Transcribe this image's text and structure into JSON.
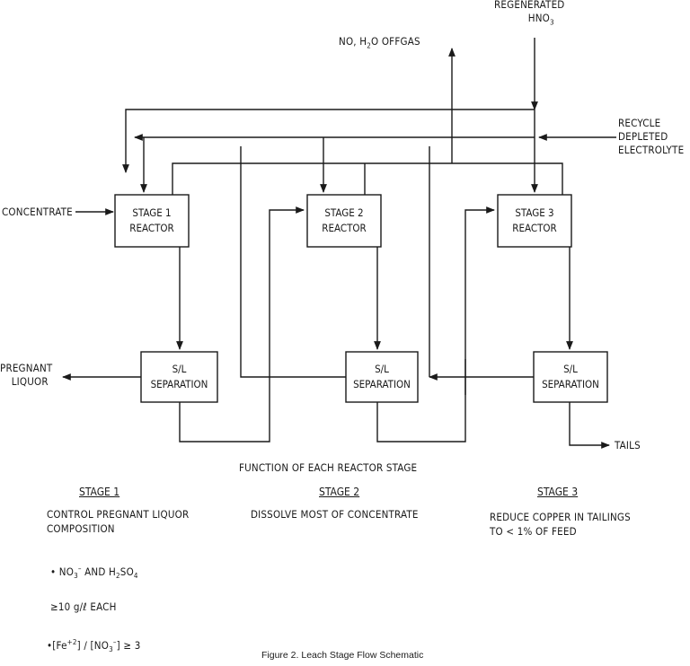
{
  "inputs": {
    "regenerated_line1": "REGENERATED",
    "regenerated_line2": "HNO",
    "regenerated_sub": "3",
    "offgas_a": "NO, H",
    "offgas_sub": "2",
    "offgas_b": "O OFFGAS",
    "recycle_line1": "RECYCLE",
    "recycle_line2": "DEPLETED",
    "recycle_line3": "ELECTROLYTE",
    "concentrate": "CONCENTRATE",
    "pregnant_line1": "PREGNANT",
    "pregnant_line2": "LIQUOR",
    "tails": "TAILS"
  },
  "reactors": [
    {
      "line1": "STAGE 1",
      "line2": "REACTOR"
    },
    {
      "line1": "STAGE 2",
      "line2": "REACTOR"
    },
    {
      "line1": "STAGE 3",
      "line2": "REACTOR"
    }
  ],
  "separators": [
    {
      "line1": "S/L",
      "line2": "SEPARATION"
    },
    {
      "line1": "S/L",
      "line2": "SEPARATION"
    },
    {
      "line1": "S/L",
      "line2": "SEPARATION"
    }
  ],
  "functions": {
    "heading": "FUNCTION OF EACH REACTOR STAGE",
    "stage1": {
      "title": "STAGE 1",
      "line1": "CONTROL PREGNANT LIQUOR",
      "line2": "COMPOSITION",
      "b1_a": "• NO",
      "b1_sub": "3",
      "b1_sup": "–",
      "b1_b": " AND H",
      "b1_sub2": "2",
      "b1_c": "SO",
      "b1_sub3": "4",
      "b2": "≥10 g/ℓ EACH",
      "b3_a": "•[Fe",
      "b3_sup": "+2",
      "b3_b": "] / [NO",
      "b3_sub": "3",
      "b3_sup2": "–",
      "b3_c": "] ≥ 3"
    },
    "stage2": {
      "title": "STAGE 2",
      "line1": "DISSOLVE MOST OF CONCENTRATE"
    },
    "stage3": {
      "title": "STAGE 3",
      "line1": "REDUCE COPPER IN TAILINGS",
      "line2": "TO < 1% OF FEED"
    }
  },
  "caption": "Figure 2.  Leach Stage Flow Schematic"
}
